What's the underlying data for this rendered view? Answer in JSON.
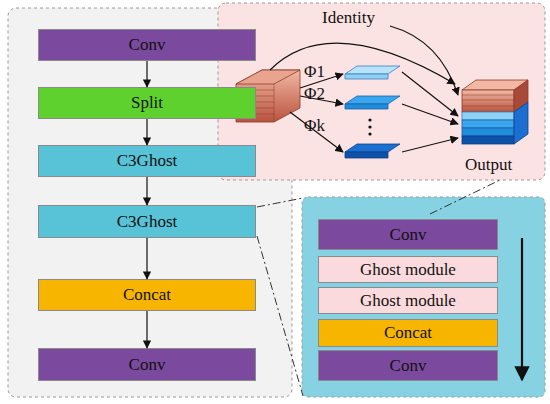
{
  "diagram": {
    "nodes": [
      {
        "text": [
          "Conv"
        ]
      },
      {
        "text": [
          "Split"
        ]
      },
      {
        "text": [
          "C3Ghost"
        ]
      },
      {
        "text": [
          "C3Ghost"
        ]
      },
      {
        "text": [
          "Concat"
        ]
      },
      {
        "text": [
          "Conv"
        ]
      },
      {
        "text": [
          "Conv"
        ]
      },
      {
        "text": [
          "Ghost module"
        ]
      },
      {
        "text": [
          "Ghost module"
        ]
      },
      {
        "text": [
          "Concat"
        ]
      },
      {
        "text": [
          "Conv"
        ]
      }
    ],
    "edges": [
      {
        "from": 0,
        "to": 1,
        "arrow": "to"
      },
      {
        "from": 1,
        "to": 2,
        "arrow": "to"
      },
      {
        "from": 2,
        "to": 3,
        "arrow": "to"
      },
      {
        "from": 3,
        "to": 4,
        "arrow": "to"
      },
      {
        "from": 4,
        "to": 5,
        "arrow": "to"
      }
    ],
    "labels": [
      "Identity",
      "Φ1",
      "Φ2",
      "Φk",
      "Output"
    ]
  }
}
